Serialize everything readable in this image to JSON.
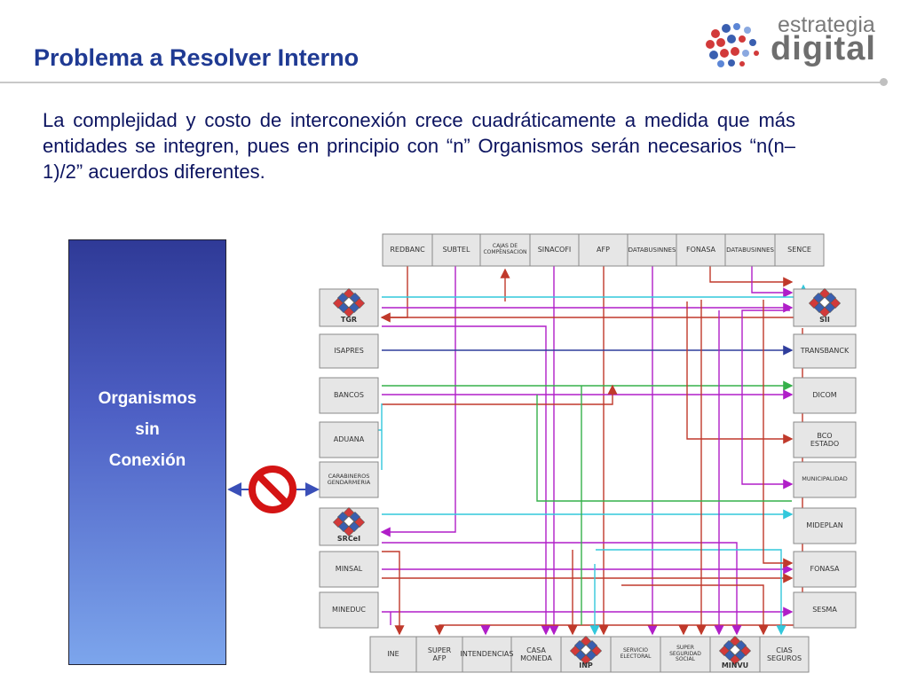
{
  "title": "Problema a Resolver Interno",
  "logo": {
    "line1": "estrategia",
    "line2": "digital"
  },
  "paragraph": "La complejidad y costo de interconexión crece cuadráticamente a medida que más entidades se integren, pues en principio con “n” Organismos serán necesarios “n(n–1)/2” acuerdos diferentes.",
  "side_box": {
    "line1": "Organismos",
    "line2": "sin",
    "line3": "Conexión"
  },
  "top_boxes": [
    "REDBANC",
    "SUBTEL",
    "CAJAS DE COMPENSACION",
    "SINACOFI",
    "AFP",
    "DATABUSINNES",
    "FONASA",
    "DATABUSINNES",
    "SENCE"
  ],
  "left_boxes": [
    "TGR",
    "ISAPRES",
    "BANCOS",
    "ADUANA",
    "CARABINEROS GENDARMERIA",
    "SRCeI",
    "MINSAL",
    "MINEDUC"
  ],
  "right_boxes": [
    "SII",
    "TRANSBANCK",
    "DICOM",
    "BCO ESTADO",
    "MUNICIPALIDAD",
    "MIDEPLAN",
    "FONASA",
    "SESMA"
  ],
  "bottom_boxes": [
    "INE",
    "SUPER AFP",
    "INTENDENCIAS",
    "CASA MONEDA",
    "INP",
    "SERVICIO ELECTORAL",
    "SUPER SEGURIDAD SOCIAL",
    "MINVU",
    "CIAS SEGUROS"
  ],
  "colors": {
    "title": "#1f3a93",
    "text": "#0c1460",
    "red": "#c0392b",
    "magenta": "#b01ec8",
    "blue": "#2f3d9c",
    "green": "#35b04a",
    "cyan": "#32c8dc"
  }
}
